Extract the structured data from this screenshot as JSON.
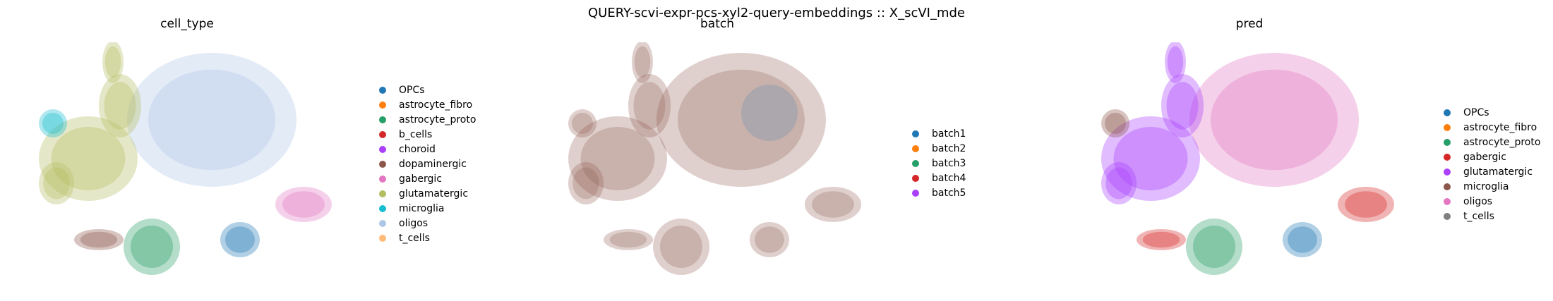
{
  "chart_data": [
    {
      "type": "scatter",
      "title": "cell_type",
      "legend_position": "right",
      "series": [
        {
          "name": "OPCs",
          "color": "#1f77b4"
        },
        {
          "name": "astrocyte_fibro",
          "color": "#ff7f0e"
        },
        {
          "name": "astrocyte_proto",
          "color": "#279e68"
        },
        {
          "name": "b_cells",
          "color": "#d62728"
        },
        {
          "name": "choroid",
          "color": "#aa40fc"
        },
        {
          "name": "dopaminergic",
          "color": "#8c564b"
        },
        {
          "name": "gabergic",
          "color": "#e377c2"
        },
        {
          "name": "glutamatergic",
          "color": "#b5bd61"
        },
        {
          "name": "microglia",
          "color": "#17becf"
        },
        {
          "name": "oligos",
          "color": "#aec7e8"
        },
        {
          "name": "t_cells",
          "color": "#ffbb78"
        }
      ]
    },
    {
      "type": "scatter",
      "title": "batch",
      "legend_position": "right",
      "series": [
        {
          "name": "batch1",
          "color": "#1f77b4"
        },
        {
          "name": "batch2",
          "color": "#ff7f0e"
        },
        {
          "name": "batch3",
          "color": "#279e68"
        },
        {
          "name": "batch4",
          "color": "#d62728"
        },
        {
          "name": "batch5",
          "color": "#aa40fc"
        }
      ]
    },
    {
      "type": "scatter",
      "title": "pred",
      "legend_position": "right",
      "series": [
        {
          "name": "OPCs",
          "color": "#1f77b4"
        },
        {
          "name": "astrocyte_fibro",
          "color": "#ff7f0e"
        },
        {
          "name": "astrocyte_proto",
          "color": "#279e68"
        },
        {
          "name": "gabergic",
          "color": "#d62728"
        },
        {
          "name": "glutamatergic",
          "color": "#aa40fc"
        },
        {
          "name": "microglia",
          "color": "#8c564b"
        },
        {
          "name": "oligos",
          "color": "#e377c2"
        },
        {
          "name": "t_cells",
          "color": "#7f7f7f"
        }
      ]
    }
  ],
  "figure": {
    "suptitle": "QUERY-scvi-expr-pcs-xyl2-query-embeddings :: X_scVI_mde"
  }
}
